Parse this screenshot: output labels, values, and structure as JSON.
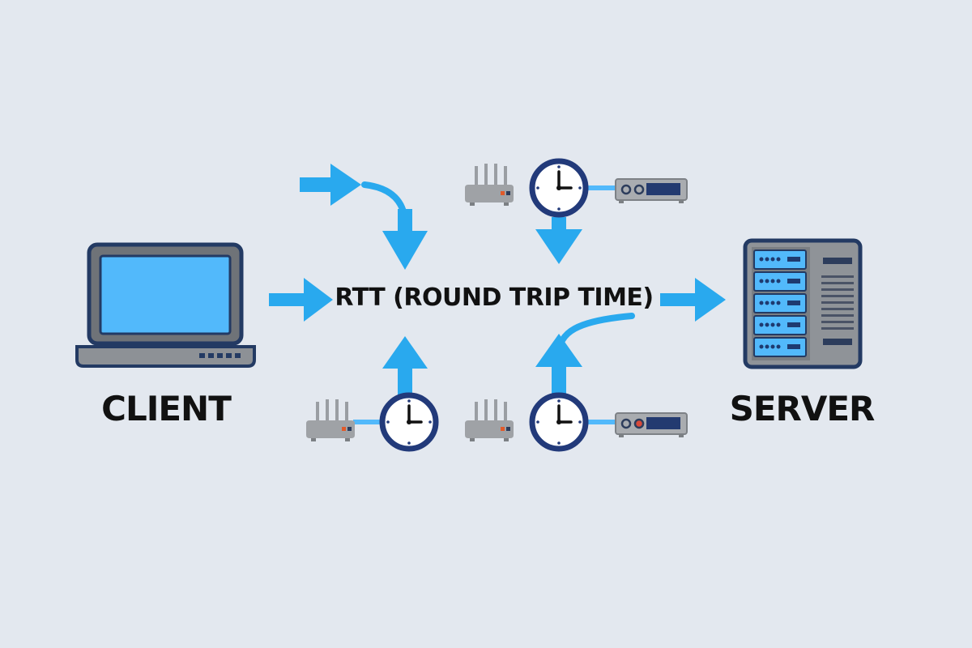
{
  "labels": {
    "client": "CLIENT",
    "server": "SERVER",
    "center": "RTT (ROUND TRIP TIME)"
  },
  "colors": {
    "background": "#e3e8ef",
    "arrow": "#29a9ee",
    "outline": "#1e3a70",
    "screen": "#52b9fb",
    "device_gray": "#9fa2a6"
  },
  "icons": {
    "client": "laptop-icon",
    "server": "server-rack-icon",
    "router": "router-icon",
    "clock": "clock-icon",
    "network_box": "network-appliance-icon"
  }
}
